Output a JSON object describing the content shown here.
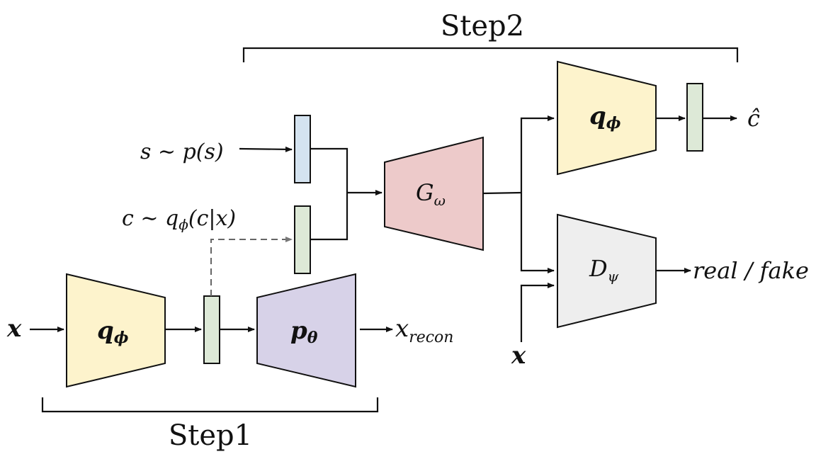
{
  "title_step1": "Step1",
  "title_step2": "Step2",
  "step1": {
    "input_x": "x",
    "encoder": {
      "base": "q",
      "sub": "ϕ"
    },
    "decoder": {
      "base": "p",
      "sub": "θ"
    },
    "output": {
      "base": "x",
      "sub": "recon"
    }
  },
  "step2": {
    "style_sample": "s ∼ p(s)",
    "content_sample": "c ∼ q",
    "content_sample_sub": "ϕ",
    "content_sample_tail": "(c|x)",
    "generator": {
      "base": "G",
      "sub": "ω"
    },
    "encoder": {
      "base": "q",
      "sub": "ϕ"
    },
    "c_hat": "ĉ",
    "discriminator": {
      "base": "D",
      "sub": "ψ"
    },
    "disc_output": "real / fake",
    "real_input_x": "x"
  },
  "colors": {
    "encoder_fill": "#fdf3cc",
    "decoder_fill": "#d7d2e8",
    "generator_fill": "#edcaca",
    "discriminator_fill": "#eeeeee",
    "latent_content_fill": "#dde9d7",
    "latent_style_fill": "#d4e3f0"
  }
}
